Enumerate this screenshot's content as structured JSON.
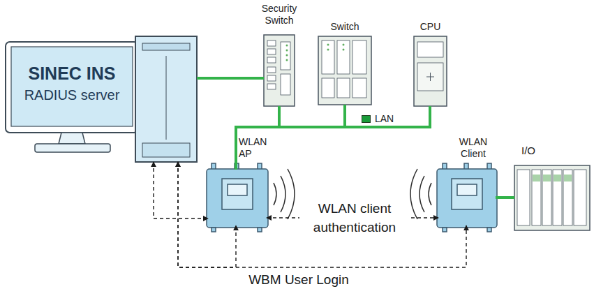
{
  "diagram": {
    "nodes": [
      {
        "text": [
          "SINEC INS",
          "RADIUS server"
        ]
      },
      {
        "text": [
          "Security Switch"
        ]
      },
      {
        "text": [
          "Switch"
        ]
      },
      {
        "text": [
          "CPU"
        ]
      },
      {
        "text": [
          "WLAN AP"
        ]
      },
      {
        "text": [
          "WLAN Client"
        ]
      },
      {
        "text": [
          "I/O"
        ]
      }
    ],
    "edges": [
      {
        "from": 0,
        "to": 1,
        "arrow": "none"
      },
      {
        "from": 4,
        "to": 1,
        "arrow": "none"
      },
      {
        "from": 4,
        "to": 2,
        "arrow": "none"
      },
      {
        "from": 4,
        "to": 3,
        "arrow": "none"
      },
      {
        "from": 0,
        "to": 4,
        "arrow": "both"
      },
      {
        "from": 4,
        "to": 5,
        "label": "WLAN client authentication",
        "arrow": "both"
      },
      {
        "from": 0,
        "to": 4,
        "arrow": "both"
      },
      {
        "from": 0,
        "to": 5,
        "label": "WBM User Login",
        "arrow": "both"
      },
      {
        "from": 5,
        "to": 6,
        "arrow": "none"
      }
    ],
    "legend": [
      {
        "text": "LAN",
        "color": "#1a9c3a"
      }
    ]
  }
}
